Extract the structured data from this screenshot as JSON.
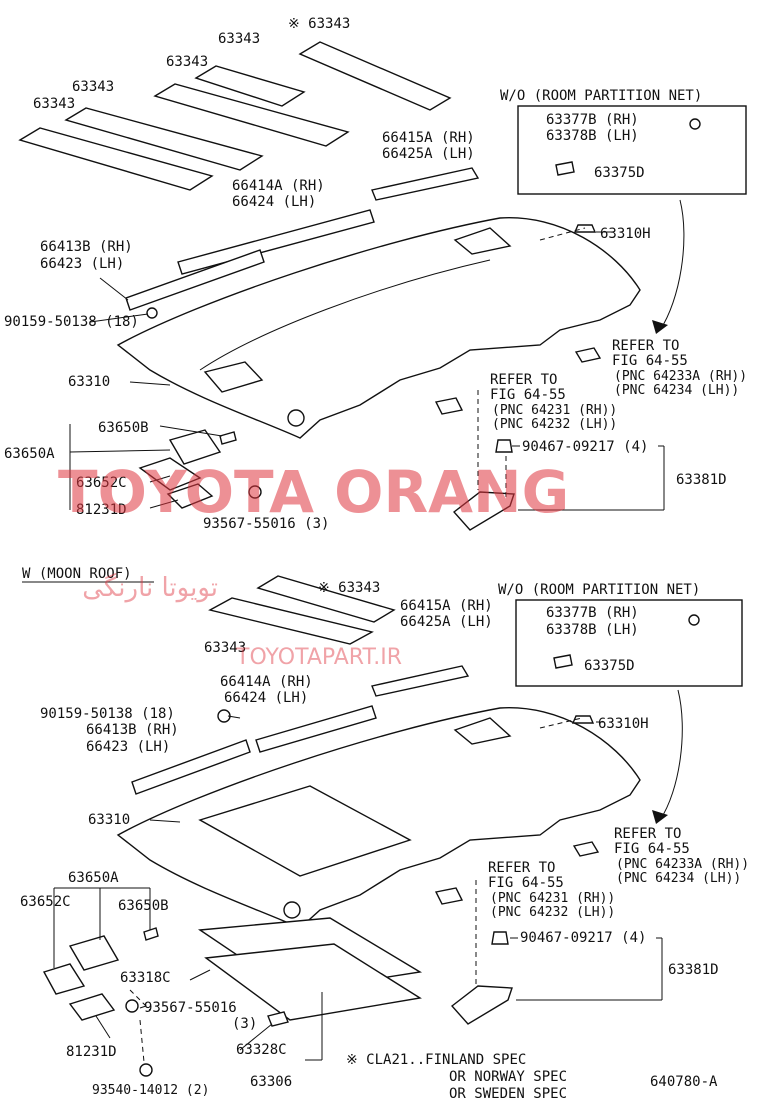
{
  "top": {
    "labels": {
      "p63343_star": "※ 63343",
      "p63343_a": "63343",
      "p63343_b": "63343",
      "p63343_c": "63343",
      "p66415": "66415A (RH)",
      "p66425": "66425A (LH)",
      "p66414": "66414A (RH)",
      "p66424": "66424  (LH)",
      "p66413": "66413B (RH)",
      "p66423": "66423  (LH)",
      "p90159": "90159-50138 (18)",
      "p63310": "63310",
      "p63650b": "63650B",
      "p63650a": "63650A",
      "p63652c": "63652C",
      "p81231d": "81231D",
      "p93567": "93567-55016 (3)",
      "p63310h": "63310H",
      "p90467": "90467-09217 (4)",
      "p63381d": "63381D"
    },
    "partition_box": {
      "title": "W/O (ROOM PARTITION NET)",
      "l1": "63377B (RH)",
      "l2": "63378B (LH)",
      "l3": "63375D"
    },
    "refer_a": {
      "l1": "REFER TO",
      "l2": "FIG 64-55",
      "l3": "(PNC 64233A (RH))",
      "l4": "(PNC 64234  (LH))"
    },
    "refer_b": {
      "l1": "REFER TO",
      "l2": "FIG 64-55",
      "l3": "(PNC 64231 (RH))",
      "l4": "(PNC 64232 (LH))"
    }
  },
  "bottom": {
    "section_title": "W (MOON ROOF)",
    "labels": {
      "p63343_star": "※ 63343",
      "p63343": "63343",
      "p66415": "66415A (RH)",
      "p66425": "66425A (LH)",
      "p66414": "66414A (RH)",
      "p66424": "66424  (LH)",
      "p90159": "90159-50138 (18)",
      "p66413": "66413B (RH)",
      "p66423": "66423   (LH)",
      "p63310": "63310",
      "p63310h": "63310H",
      "p63650a": "63650A",
      "p63652c": "63652C",
      "p63650b": "63650B",
      "p63318c": "63318C",
      "p93567": "93567-55016",
      "p93567_qty": "(3)",
      "p81231d": "81231D",
      "p63328c": "63328C",
      "p63306": "63306",
      "p93540": "93540-14012 (2)",
      "p90467": "90467-09217 (4)",
      "p63381d": "63381D"
    },
    "partition_box": {
      "title": "W/O (ROOM PARTITION NET)",
      "l1": "63377B (RH)",
      "l2": "63378B (LH)",
      "l3": "63375D"
    },
    "refer_a": {
      "l1": "REFER TO",
      "l2": "FIG 64-55",
      "l3": "(PNC 64233A (RH))",
      "l4": "(PNC 64234  (LH))"
    },
    "refer_b": {
      "l1": "REFER TO",
      "l2": "FIG 64-55",
      "l3": "(PNC 64231 (RH))",
      "l4": "(PNC 64232 (LH))"
    },
    "note": {
      "l1": "※ CLA21..FINLAND SPEC",
      "l2": "OR NORWAY SPEC",
      "l3": "OR SWEDEN SPEC"
    },
    "figure_code": "640780-A"
  },
  "watermark": {
    "brand": "TOYOTA ORANG",
    "farsi": "تویوتا نارنگی",
    "site": "TOYOTAPART.IR",
    "color": "#e0363f"
  }
}
